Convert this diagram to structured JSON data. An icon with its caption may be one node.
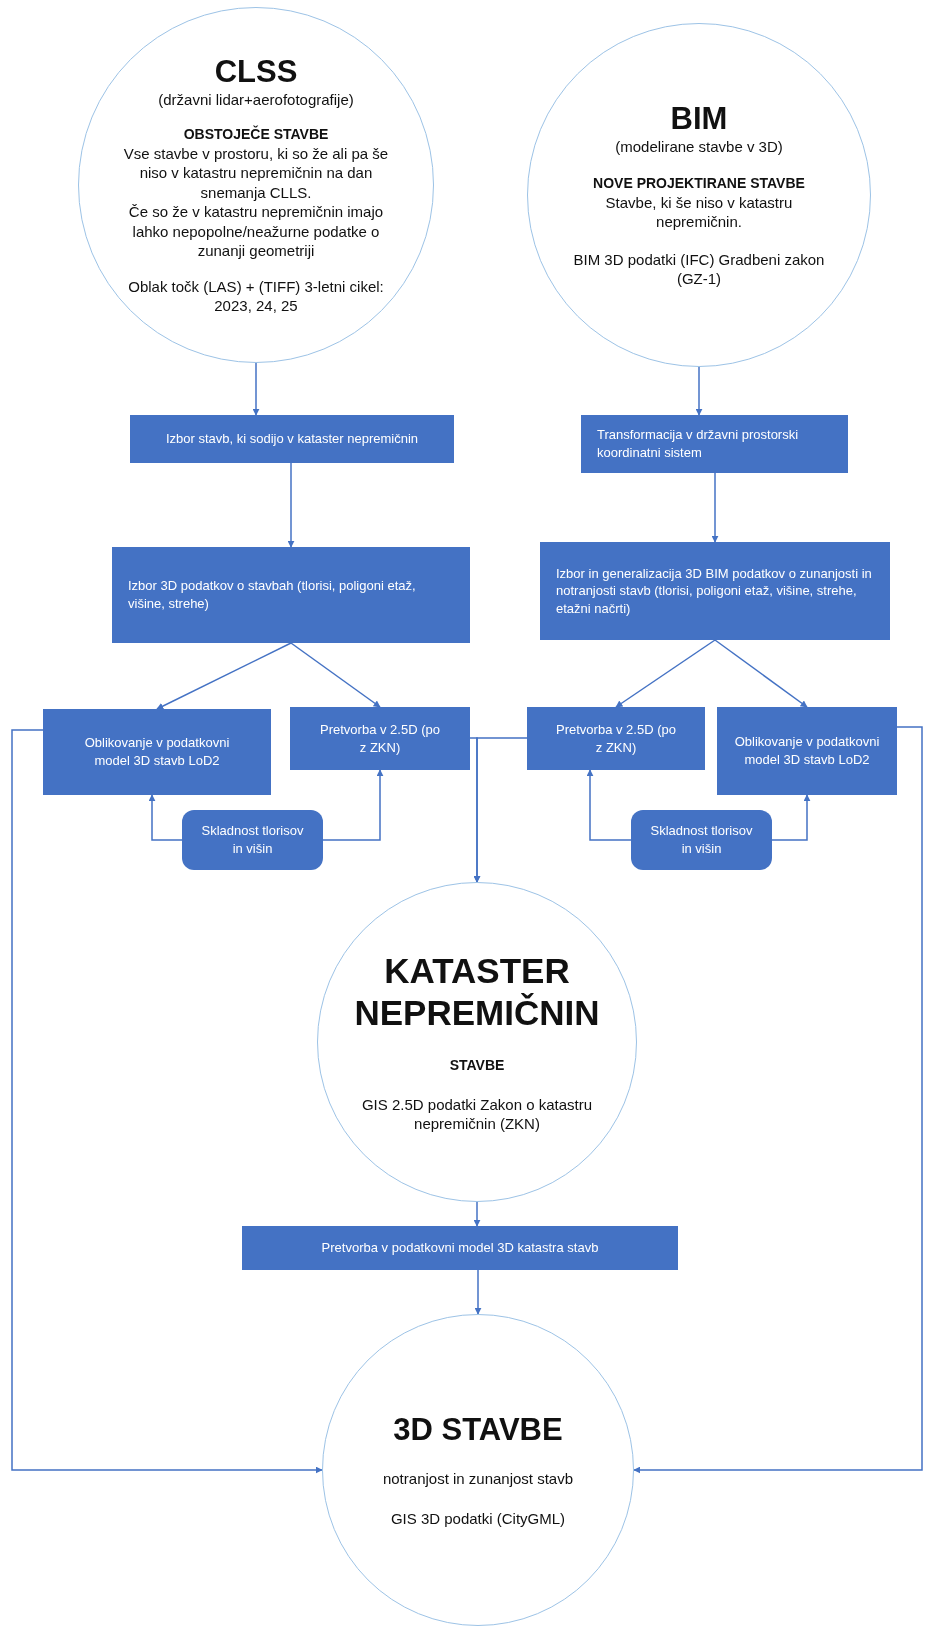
{
  "diagram": {
    "nodes": [
      {
        "text": [
          "CLSS",
          "(državni lidar+aerofotografije)",
          "OBSTOJEČE STAVBE",
          "Vse stavbe v prostoru, ki so že ali pa še niso v katastru nepremičnin na dan snemanja CLLS.",
          "Če so že v katastru nepremičnin imajo lahko nepopolne/neažurne podatke o zunanji geometriji",
          "Oblak točk (LAS) + (TIFF) 3-letni cikel: 2023, 24, 25"
        ]
      },
      {
        "text": [
          "BIM",
          "(modelirane stavbe v 3D)",
          "NOVE PROJEKTIRANE STAVBE",
          "Stavbe, ki še niso v katastru nepremičnin.",
          "BIM 3D podatki (IFC) Gradbeni zakon (GZ-1)"
        ]
      },
      {
        "text": [
          "Izbor stavb, ki sodijo v kataster nepremičnin"
        ]
      },
      {
        "text": [
          "Transformacija v državni prostorski koordinatni sistem"
        ]
      },
      {
        "text": [
          "Izbor 3D podatkov o stavbah (tlorisi, poligoni etaž, višine, strehe)"
        ]
      },
      {
        "text": [
          "Izbor in generalizacija 3D BIM podatkov o zunanjosti in notranjosti stavb (tlorisi, poligoni etaž, višine, strehe, etažni načrti)"
        ]
      },
      {
        "text": [
          "Oblikovanje v podatkovni model 3D stavb LoD2"
        ]
      },
      {
        "text": [
          "Pretvorba v 2.5D (po z ZKN)"
        ]
      },
      {
        "text": [
          "Pretvorba v 2.5D (po z ZKN)"
        ]
      },
      {
        "text": [
          "Oblikovanje v podatkovni model 3D stavb LoD2"
        ]
      },
      {
        "text": [
          "Skladnost tlorisov in višin"
        ]
      },
      {
        "text": [
          "Skladnost tlorisov in višin"
        ]
      },
      {
        "text": [
          "KATASTER NEPREMIČNIN",
          "STAVBE",
          "GIS 2.5D podatki Zakon o katastru nepremičnin (ZKN)"
        ]
      },
      {
        "text": [
          "Pretvorba v podatkovni model 3D katastra stavb"
        ]
      },
      {
        "text": [
          "3D STAVBE",
          "notranjost in zunanjost stavb",
          "GIS 3D podatki (CityGML)"
        ]
      }
    ],
    "edges": [
      {
        "from": 0,
        "to": 2,
        "arrow": "to"
      },
      {
        "from": 2,
        "to": 4,
        "arrow": "to"
      },
      {
        "from": 4,
        "to": 6,
        "arrow": "to"
      },
      {
        "from": 4,
        "to": 7,
        "arrow": "to"
      },
      {
        "from": 1,
        "to": 3,
        "arrow": "to"
      },
      {
        "from": 3,
        "to": 5,
        "arrow": "to"
      },
      {
        "from": 5,
        "to": 8,
        "arrow": "to"
      },
      {
        "from": 5,
        "to": 9,
        "arrow": "to"
      },
      {
        "from": 10,
        "to": 6,
        "arrow": "to"
      },
      {
        "from": 10,
        "to": 7,
        "arrow": "to"
      },
      {
        "from": 11,
        "to": 8,
        "arrow": "to"
      },
      {
        "from": 11,
        "to": 9,
        "arrow": "to"
      },
      {
        "from": 7,
        "to": 12,
        "arrow": "to"
      },
      {
        "from": 8,
        "to": 12,
        "arrow": "to"
      },
      {
        "from": 12,
        "to": 13,
        "arrow": "to"
      },
      {
        "from": 13,
        "to": 14,
        "arrow": "to"
      },
      {
        "from": 6,
        "to": 14,
        "arrow": "to"
      },
      {
        "from": 9,
        "to": 14,
        "arrow": "to"
      }
    ]
  }
}
